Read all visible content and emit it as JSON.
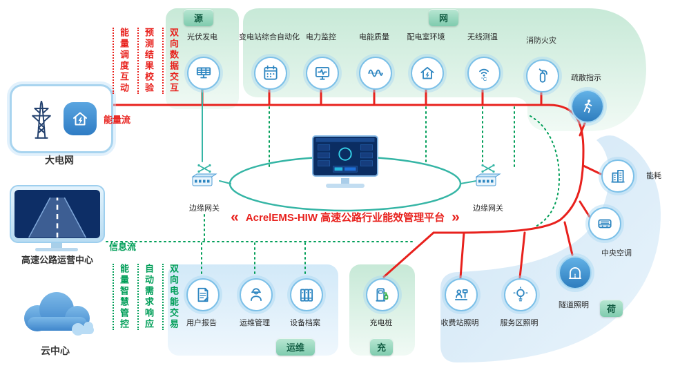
{
  "colors": {
    "energy_flow": "#e8211d",
    "info_flow": "#009e58",
    "link_teal": "#35b5a5",
    "accent_blue": "#2e86c1"
  },
  "left_panel": {
    "big_grid_label": "大电网",
    "operation_center_label": "高速公路运营中心",
    "cloud_center_label": "云中心",
    "energy_flow_label": "能量流",
    "info_flow_label": "信息流",
    "energy_annotations": [
      "能量调度互动",
      "预测结果校验",
      "双向数据交互"
    ],
    "info_annotations": [
      "能量智慧管控",
      "自动需求响应",
      "双向电能交易"
    ]
  },
  "sections": {
    "source": {
      "badge": "源",
      "nodes": [
        {
          "label": "光伏发电",
          "icon": "solar-panel-icon"
        }
      ]
    },
    "grid": {
      "badge": "网",
      "nodes": [
        {
          "label": "变电站综合自动化",
          "icon": "substation-automation-icon"
        },
        {
          "label": "电力监控",
          "icon": "power-monitoring-icon"
        },
        {
          "label": "电能质量",
          "icon": "power-quality-icon"
        },
        {
          "label": "配电室环境",
          "icon": "distribution-room-icon"
        },
        {
          "label": "无线测温",
          "icon": "wireless-temperature-icon"
        },
        {
          "label": "消防火灾",
          "icon": "fire-extinguisher-icon"
        },
        {
          "label": "疏散指示",
          "icon": "evacuation-icon"
        }
      ]
    },
    "load": {
      "badge": "荷",
      "nodes": [
        {
          "label": "能耗",
          "icon": "energy-consumption-icon"
        },
        {
          "label": "中央空调",
          "icon": "central-ac-icon"
        },
        {
          "label": "隧道照明",
          "icon": "tunnel-lighting-icon"
        },
        {
          "label": "服务区照明",
          "icon": "service-area-lighting-icon"
        },
        {
          "label": "收费站照明",
          "icon": "toll-station-lighting-icon"
        }
      ]
    },
    "om": {
      "badge": "运维",
      "nodes": [
        {
          "label": "用户报告",
          "icon": "user-report-icon"
        },
        {
          "label": "运维管理",
          "icon": "om-management-icon"
        },
        {
          "label": "设备档案",
          "icon": "equipment-archive-icon"
        }
      ]
    },
    "charge": {
      "badge": "充",
      "nodes": [
        {
          "label": "充电桩",
          "icon": "charging-pile-icon"
        }
      ]
    }
  },
  "center": {
    "platform_title": "AcrelEMS-HIW 高速公路行业能效管理平台",
    "left_arrows": "«",
    "right_arrows": "»",
    "edge_gateway_left": "边缘网关",
    "edge_gateway_right": "边缘网关"
  }
}
